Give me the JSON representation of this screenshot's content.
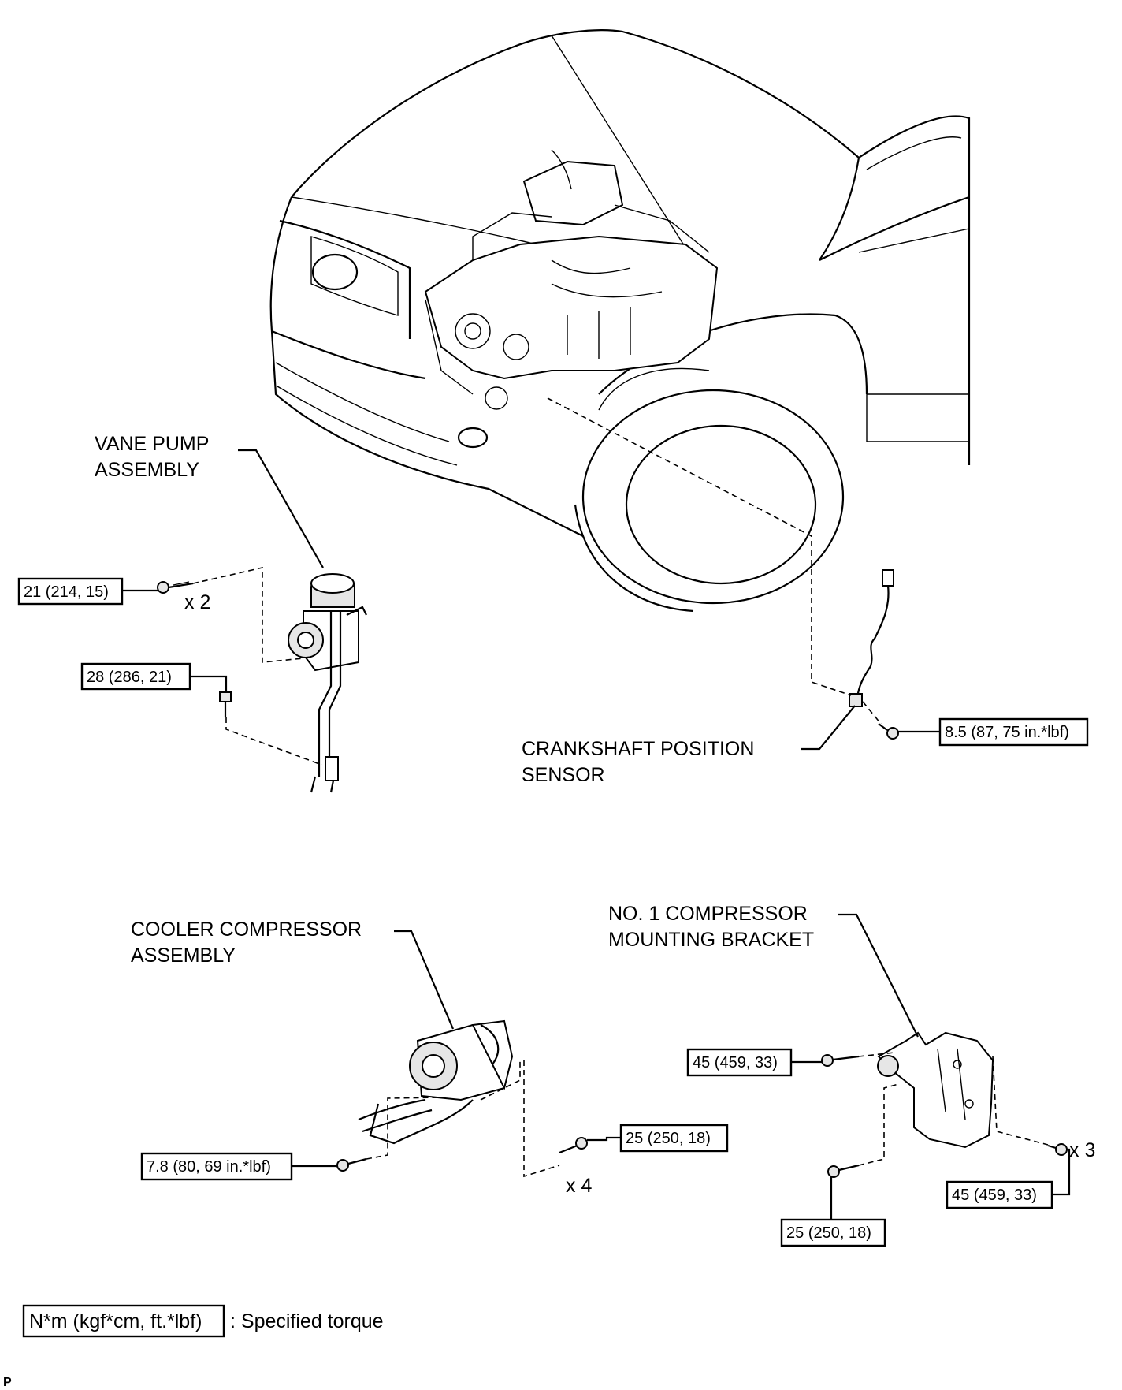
{
  "labels": {
    "vane_pump": [
      "VANE PUMP",
      "ASSEMBLY"
    ],
    "crankshaft_sensor": [
      "CRANKSHAFT POSITION",
      "SENSOR"
    ],
    "cooler_compressor": [
      "COOLER COMPRESSOR",
      "ASSEMBLY"
    ],
    "compressor_bracket": [
      "NO. 1 COMPRESSOR",
      "MOUNTING BRACKET"
    ]
  },
  "torques": {
    "vp_upper": "21 (214, 15)",
    "vp_lower": "28 (286, 21)",
    "ckp": "8.5 (87, 75 in.*lbf)",
    "cc_left": "7.8 (80, 69 in.*lbf)",
    "cc_right": "25 (250, 18)",
    "br_top": "45 (459, 33)",
    "br_bottom": "25 (250, 18)",
    "br_right": "45 (459, 33)"
  },
  "multipliers": {
    "vp_upper": "x 2",
    "cc_right": "x 4",
    "br_right": "x 3"
  },
  "legend": {
    "unit_box": "N*m (kgf*cm, ft.*lbf)",
    "description": ": Specified torque"
  },
  "corner_mark": "P"
}
